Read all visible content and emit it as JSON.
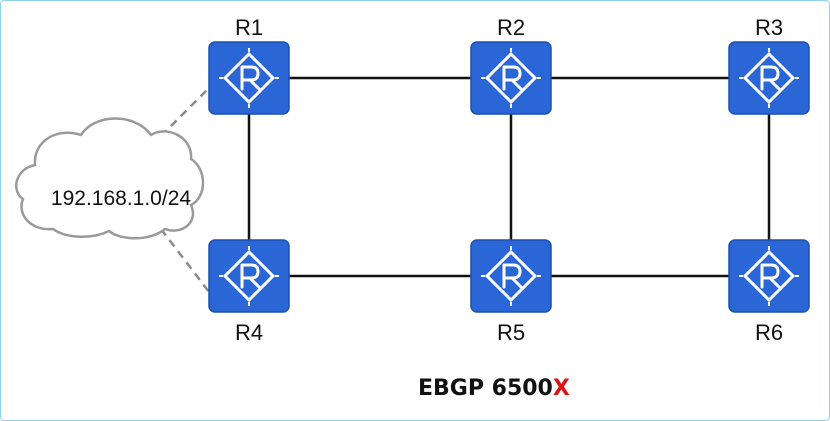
{
  "diagram": {
    "title": "EBGP 6500",
    "title_suffix": "X",
    "cloud_label": "192.168.1.0/24",
    "routers": [
      {
        "id": "R1",
        "label": "R1"
      },
      {
        "id": "R2",
        "label": "R2"
      },
      {
        "id": "R3",
        "label": "R3"
      },
      {
        "id": "R4",
        "label": "R4"
      },
      {
        "id": "R5",
        "label": "R5"
      },
      {
        "id": "R6",
        "label": "R6"
      }
    ],
    "links": [
      {
        "from": "R1",
        "to": "R2"
      },
      {
        "from": "R2",
        "to": "R3"
      },
      {
        "from": "R1",
        "to": "R4"
      },
      {
        "from": "R2",
        "to": "R5"
      },
      {
        "from": "R3",
        "to": "R6"
      },
      {
        "from": "R4",
        "to": "R5"
      },
      {
        "from": "R5",
        "to": "R6"
      }
    ],
    "cloud_links": [
      {
        "from": "cloud",
        "to": "R1"
      },
      {
        "from": "cloud",
        "to": "R4"
      }
    ],
    "colors": {
      "router_fill": "#2a66d6",
      "router_symbol": "#ffffff",
      "link": "#111111",
      "cloud_link": "#8a8a8a",
      "title_suffix": "#e01010",
      "frame": "#8fd3e8"
    },
    "icon": "router-icon"
  }
}
